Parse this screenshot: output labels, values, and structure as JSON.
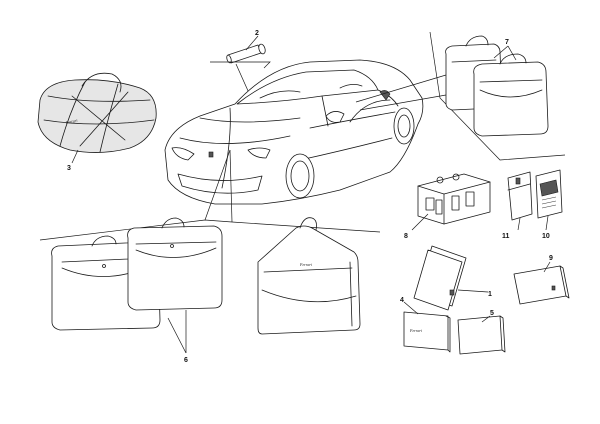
{
  "callouts": [
    {
      "id": "c1",
      "label": "1"
    },
    {
      "id": "c2",
      "label": "2"
    },
    {
      "id": "c3",
      "label": "3"
    },
    {
      "id": "c4",
      "label": "4"
    },
    {
      "id": "c5",
      "label": "5"
    },
    {
      "id": "c6",
      "label": "6"
    },
    {
      "id": "c7",
      "label": "7"
    },
    {
      "id": "c8",
      "label": "8"
    },
    {
      "id": "c9",
      "label": "9"
    },
    {
      "id": "c10",
      "label": "10"
    },
    {
      "id": "c11",
      "label": "11"
    }
  ],
  "colors": {
    "line": "#1a1a1a",
    "paper": "#ffffff",
    "shade": "#e6e6e6"
  }
}
